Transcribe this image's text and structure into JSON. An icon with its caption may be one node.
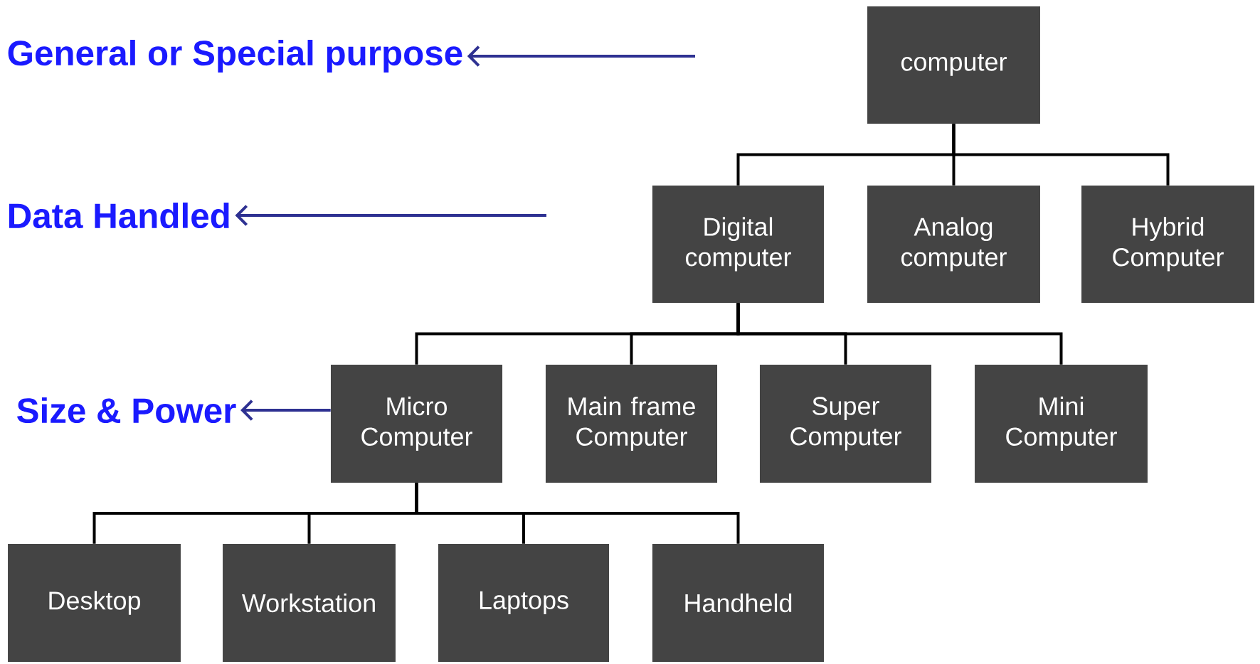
{
  "diagram": {
    "nodes": [
      {
        "text": [
          "computer"
        ]
      },
      {
        "text": [
          "Digital computer"
        ]
      },
      {
        "text": [
          "Analog computer"
        ]
      },
      {
        "text": [
          "Hybrid Computer"
        ]
      },
      {
        "text": [
          "Micro Computer"
        ]
      },
      {
        "text": [
          "Main frame Computer"
        ]
      },
      {
        "text": [
          "Super Computer"
        ]
      },
      {
        "text": [
          "Mini Computer"
        ]
      },
      {
        "text": [
          "Desktop"
        ]
      },
      {
        "text": [
          "Workstation"
        ]
      },
      {
        "text": [
          "Laptops"
        ]
      },
      {
        "text": [
          "Handheld"
        ]
      },
      {
        "text": [
          "General or Special purpose"
        ]
      },
      {
        "text": [
          "Data Handled"
        ]
      },
      {
        "text": [
          "Size & Power"
        ]
      }
    ],
    "edges": [
      {
        "from": 0,
        "to": 1,
        "arrow": "none"
      },
      {
        "from": 0,
        "to": 2,
        "arrow": "none"
      },
      {
        "from": 0,
        "to": 3,
        "arrow": "none"
      },
      {
        "from": 1,
        "to": 4,
        "arrow": "none"
      },
      {
        "from": 1,
        "to": 5,
        "arrow": "none"
      },
      {
        "from": 1,
        "to": 6,
        "arrow": "none"
      },
      {
        "from": 1,
        "to": 7,
        "arrow": "none"
      },
      {
        "from": 4,
        "to": 8,
        "arrow": "none"
      },
      {
        "from": 4,
        "to": 9,
        "arrow": "none"
      },
      {
        "from": 4,
        "to": 10,
        "arrow": "none"
      },
      {
        "from": 4,
        "to": 11,
        "arrow": "none"
      },
      {
        "from": null,
        "to": 12,
        "arrow": "to",
        "color": "#2e3192"
      },
      {
        "from": null,
        "to": 13,
        "arrow": "to",
        "color": "#2e3192"
      },
      {
        "from": 4,
        "to": 14,
        "arrow": "to",
        "color": "#2e3192"
      }
    ]
  }
}
